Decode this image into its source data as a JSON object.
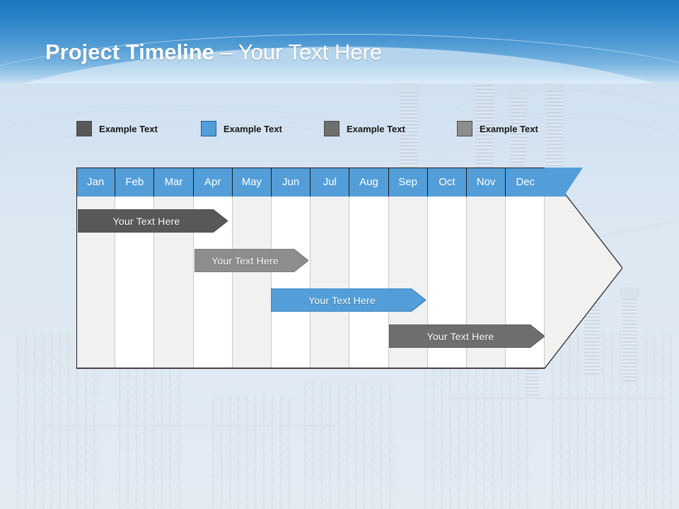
{
  "slide": {
    "title_strong": "Project Timeline",
    "title_separator": " – ",
    "title_light": "Your Text Here",
    "background_image": "electrical-substation-photo"
  },
  "colors": {
    "header_blue_top": "#1a76bd",
    "header_blue_bottom": "#c9e1f3",
    "accent_blue": "#539ed8",
    "bar_dark_gray": "#58585a",
    "bar_light_gray": "#8d8d8d",
    "bar_blue": "#539ed8",
    "bar_medium_gray": "#6e6e6e",
    "grid_band": "#f1f1f0",
    "grid_band_alt": "#ffffff",
    "arrow_fill": "#f1f1f0"
  },
  "legend": {
    "items": [
      {
        "label": "Example Text",
        "color": "#58585a",
        "swatch_name": "legend-swatch-dark-gray"
      },
      {
        "label": "Example Text",
        "color": "#539ed8",
        "swatch_name": "legend-swatch-blue"
      },
      {
        "label": "Example Text",
        "color": "#6e6e6e",
        "swatch_name": "legend-swatch-medium-gray"
      },
      {
        "label": "Example Text",
        "color": "#8d8d8d",
        "swatch_name": "legend-swatch-light-gray"
      }
    ]
  },
  "chart_data": {
    "type": "bar",
    "title": "Project Timeline",
    "xlabel": "",
    "ylabel": "",
    "categories": [
      "Jan",
      "Feb",
      "Mar",
      "Apr",
      "May",
      "Jun",
      "Jul",
      "Aug",
      "Sep",
      "Oct",
      "Nov",
      "Dec"
    ],
    "series": [
      {
        "name": "Your  Text Here",
        "label": "Your  Text Here",
        "color": "#58585a",
        "start_month": "Jan",
        "end_month": "Apr",
        "start_index": 0,
        "end_index": 3.8,
        "row": 1
      },
      {
        "name": "Your  Text Here",
        "label": "Your  Text Here",
        "color": "#8d8d8d",
        "start_month": "Apr",
        "end_month": "Jun",
        "start_index": 3.0,
        "end_index": 5.9,
        "row": 2
      },
      {
        "name": "Your  Text Here",
        "label": "Your  Text Here",
        "color": "#539ed8",
        "start_month": "Jun",
        "end_month": "Sep",
        "start_index": 5.0,
        "end_index": 8.9,
        "row": 3
      },
      {
        "name": "Your  Text Here",
        "label": "Your  Text Here",
        "color": "#6e6e6e",
        "start_month": "Sep",
        "end_month": "Dec",
        "start_index": 8.0,
        "end_index": 12.0,
        "row": 4
      }
    ],
    "grid": true,
    "legend_position": "top"
  }
}
